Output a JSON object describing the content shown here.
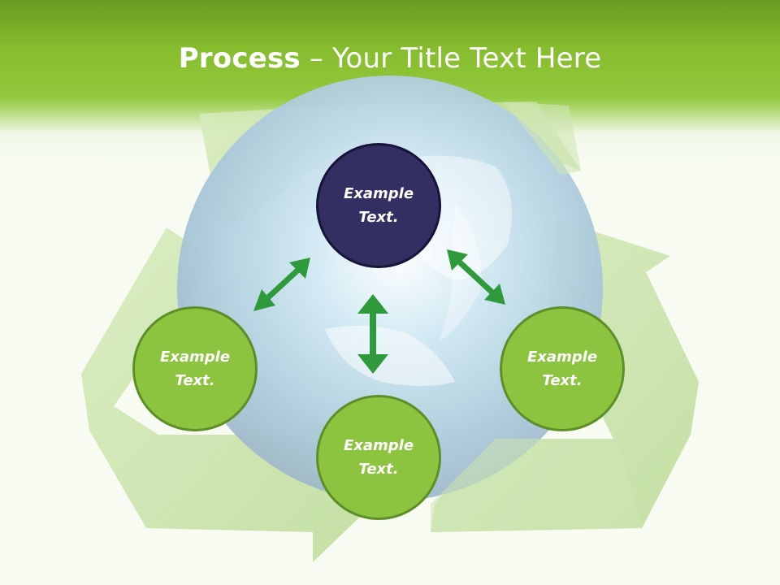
{
  "title": {
    "strong": "Process",
    "rest": " – Your Title Text Here"
  },
  "nodes": [
    {
      "id": "top",
      "line1": "Example",
      "line2": "Text."
    },
    {
      "id": "left",
      "line1": "Example",
      "line2": "Text."
    },
    {
      "id": "right",
      "line1": "Example",
      "line2": "Text."
    },
    {
      "id": "bottom",
      "line1": "Example",
      "line2": "Text."
    }
  ],
  "colors": {
    "header_green": "#86bd2e",
    "node_green": "#8cc43f",
    "node_green_border": "#5d8f29",
    "node_navy": "#332f63",
    "arrow_green": "#2e9a3b",
    "recycle_green": "#c8e3a6"
  },
  "icons": [
    "recycle-icon",
    "globe-icon",
    "double-arrow-icon"
  ]
}
